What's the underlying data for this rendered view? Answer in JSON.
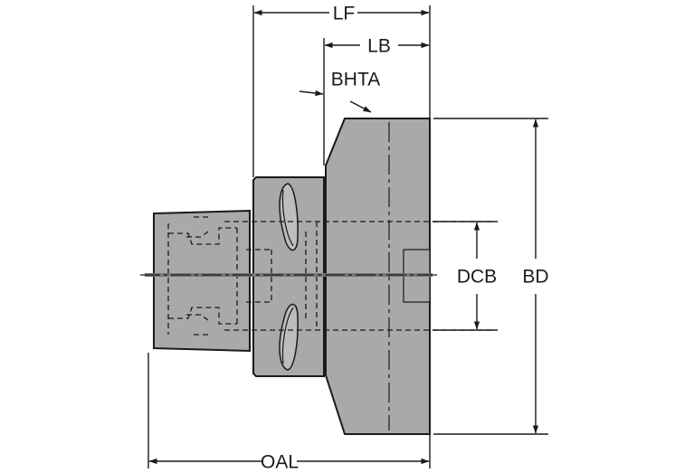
{
  "diagram": {
    "labels": {
      "lf": "LF",
      "lb": "LB",
      "bhta": "BHTA",
      "dcb": "DCB",
      "bd": "BD",
      "oal": "OAL"
    },
    "colors": {
      "body": "#a9a9a9",
      "line": "#1a1a1a",
      "background": "#ffffff"
    }
  }
}
